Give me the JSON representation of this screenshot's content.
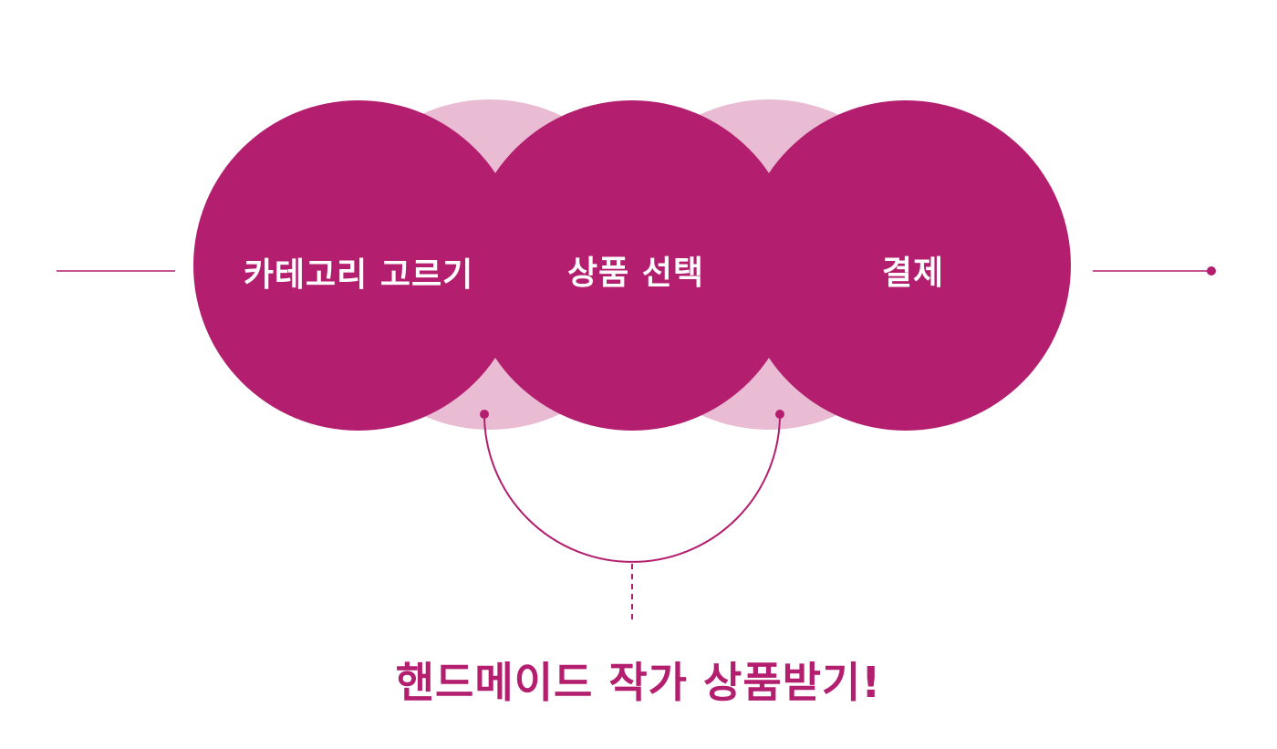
{
  "diagram": {
    "steps": [
      {
        "label": "카테고리 고르기"
      },
      {
        "label": "상품 선택"
      },
      {
        "label": "결제"
      }
    ],
    "caption": "핸드메이드 작가 상품받기!",
    "colors": {
      "main": "#b31f6e",
      "light": "#e9bcd3",
      "line": "#b31f6e",
      "caption": "#b31f6e"
    }
  }
}
